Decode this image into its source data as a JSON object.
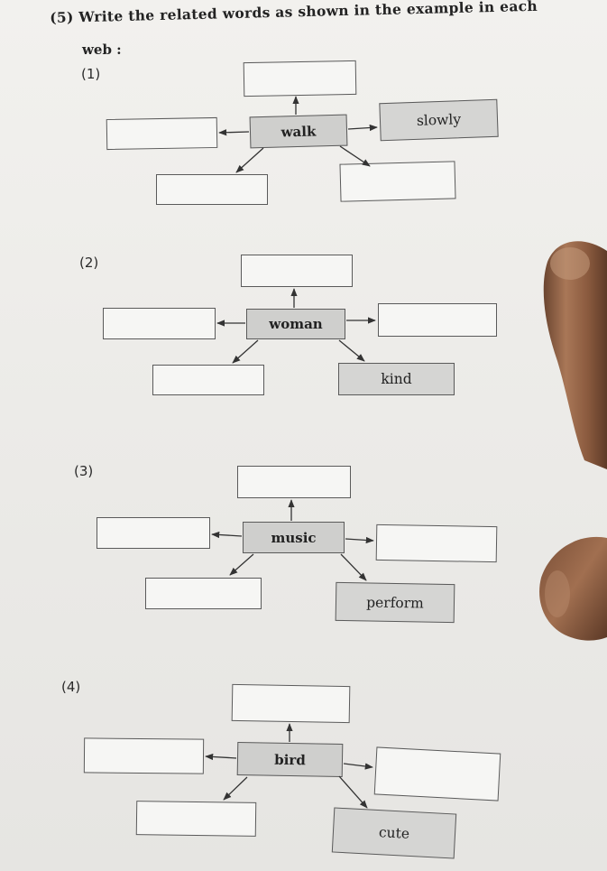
{
  "instruction": {
    "line1": "(5) Write the related words as shown in the example in each",
    "line2": "web :"
  },
  "webs": [
    {
      "number": "(1)",
      "center": "walk",
      "given": "slowly"
    },
    {
      "number": "(2)",
      "center": "woman",
      "given": "kind"
    },
    {
      "number": "(3)",
      "center": "music",
      "given": "perform"
    },
    {
      "number": "(4)",
      "center": "bird",
      "given": "cute"
    }
  ]
}
